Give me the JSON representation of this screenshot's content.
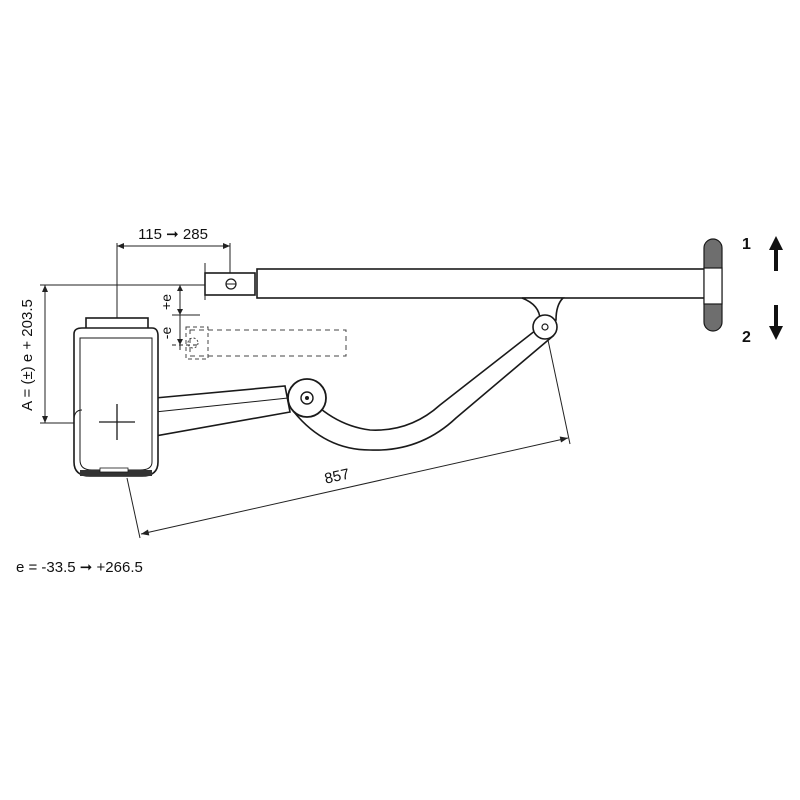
{
  "dimensions": {
    "offset_range": "115 ➞ 285",
    "height_formula": "A = (±) e + 203.5",
    "arm_length": "857",
    "e_range": "e = -33.5 ➞ +266.5",
    "plus_e": "+e",
    "minus_e": "-e"
  },
  "directions": {
    "up_number": "1",
    "down_number": "2"
  },
  "colors": {
    "line": "#1a1a1a",
    "arm_fill": "#ffffff",
    "mount_fill": "#6e6e6e"
  },
  "icons": {
    "up": "arrow-up-icon",
    "down": "arrow-down-icon"
  }
}
